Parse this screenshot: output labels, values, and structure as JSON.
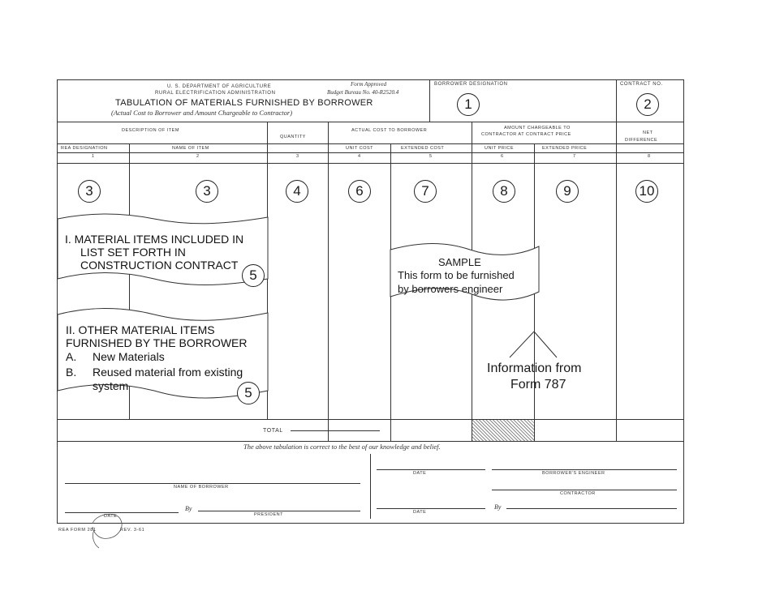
{
  "header": {
    "dept": "U. S. DEPARTMENT OF AGRICULTURE",
    "admin": "RURAL ELECTRIFICATION ADMINISTRATION",
    "form_approved": "Form Approved",
    "budget": "Budget Bureau No. 40-R2520.4",
    "title": "TABULATION OF MATERIALS FURNISHED BY BORROWER",
    "subtitle": "(Actual Cost to Borrower and Amount Chargeable to Contractor)",
    "borrower_designation": "BORROWER DESIGNATION",
    "contract_no": "CONTRACT NO."
  },
  "columns": {
    "description": "DESCRIPTION OF ITEM",
    "rea_designation": "REA DESIGNATION",
    "name_of_item": "NAME OF ITEM",
    "quantity": "QUANTITY",
    "actual_cost": "ACTUAL COST TO BORROWER",
    "unit_cost": "UNIT COST",
    "extended_cost": "EXTENDED COST",
    "amount_chargeable_1": "AMOUNT CHARGEABLE TO",
    "amount_chargeable_2": "CONTRACTOR AT CONTRACT PRICE",
    "unit_price": "UNIT PRICE",
    "extended_price": "EXTENDED PRICE",
    "net_1": "NET",
    "net_2": "DIFFERENCE",
    "numbers": [
      "1",
      "2",
      "3",
      "4",
      "5",
      "6",
      "7",
      "8"
    ]
  },
  "callouts": {
    "c1": "1",
    "c2": "2",
    "c3a": "3",
    "c3b": "3",
    "c4": "4",
    "c6": "6",
    "c7": "7",
    "c8": "8",
    "c9": "9",
    "c10": "10",
    "c5a": "5",
    "c5b": "5"
  },
  "banner1": {
    "line1": "I.  MATERIAL ITEMS INCLUDED IN",
    "line2": "LIST SET FORTH IN",
    "line3": "CONSTRUCTION CONTRACT"
  },
  "banner2": {
    "line1": "II. OTHER MATERIAL ITEMS",
    "line2": "FURNISHED BY THE BORROWER",
    "a_label": "A.",
    "a_text": "New Materials",
    "b_label": "B.",
    "b_text": "Reused material from existing",
    "b_text2": "system"
  },
  "sample": {
    "title": "SAMPLE",
    "line1": "This form to be furnished",
    "line2": "by borrowers engineer"
  },
  "info": {
    "line1": "Information from",
    "line2": "Form 787"
  },
  "footer": {
    "total": "TOTAL",
    "certify": "The above tabulation is correct to the best of our knowledge and belief.",
    "date": "DATE",
    "borrowers_engineer": "BORROWER'S ENGINEER",
    "name_of_borrower": "NAME OF BORROWER",
    "contractor": "CONTRACTOR",
    "by": "By",
    "president": "PRESIDENT",
    "date2": "DATE",
    "by2": "By",
    "date_stamp": "DATE",
    "form_no": "REA FORM 281",
    "rev": "REV. 3-61"
  }
}
